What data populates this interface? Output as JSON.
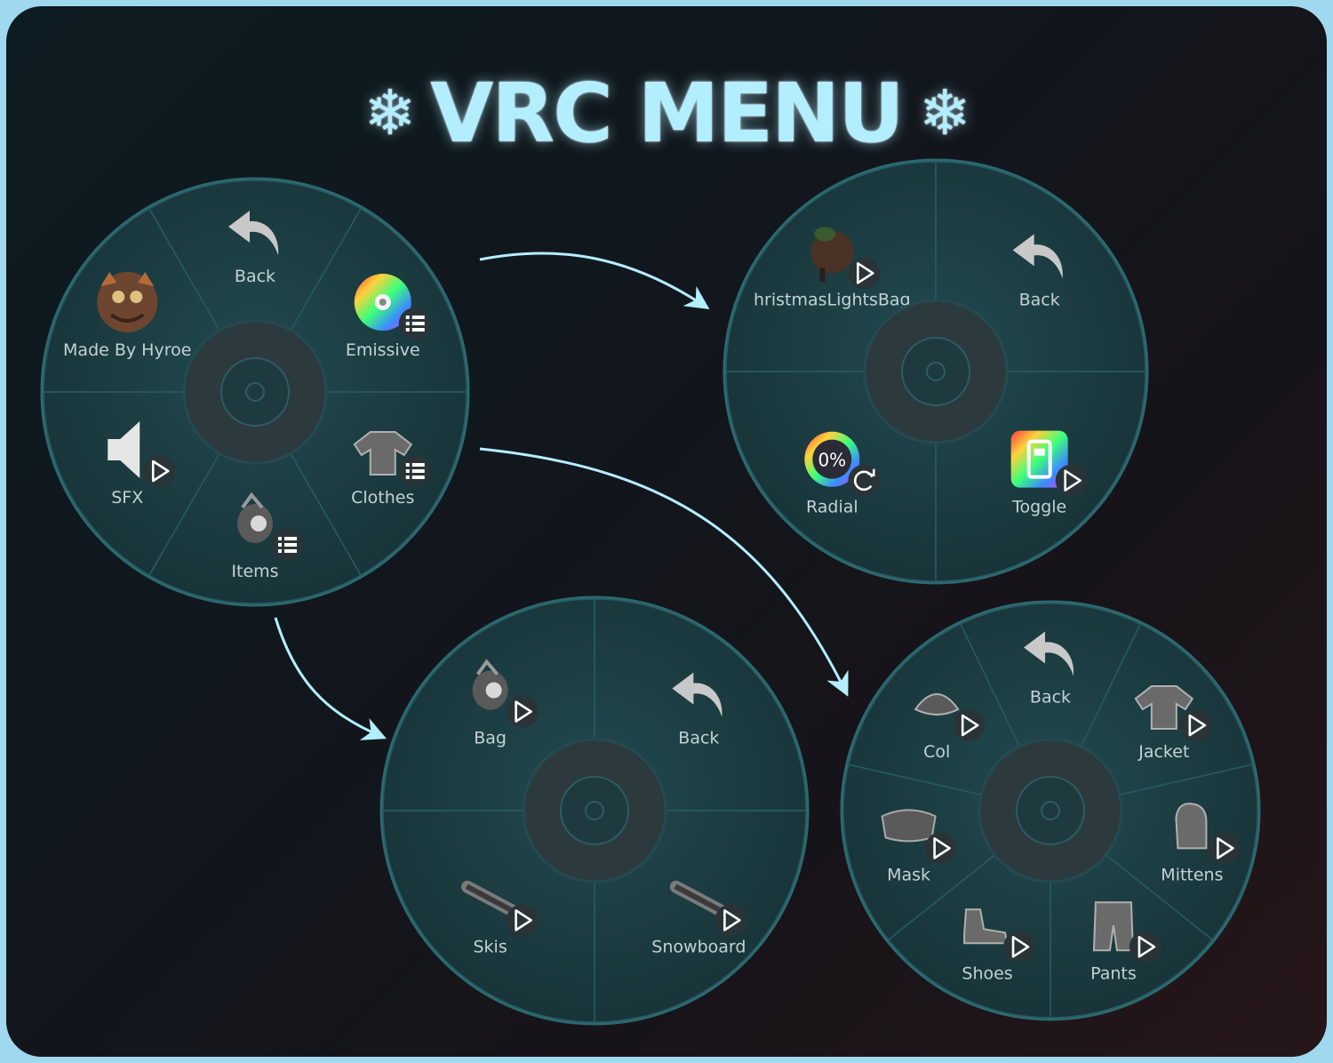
{
  "title": {
    "text": "VRC MENU",
    "flake_left": "❄",
    "flake_right": "❄"
  },
  "colors": {
    "border": "#9fd8ef",
    "title": "#b3eeff",
    "arrow": "#b3eeff",
    "wheel_fill": "#1a363b",
    "wheel_rim": "#2b6a70",
    "wheel_label": "#c4d2d4",
    "icon_grey": "#c8c8c8",
    "badge": "#2a3438"
  },
  "menus": [
    {
      "id": "main",
      "items": [
        {
          "label": "Back",
          "icon": "back-arrow-icon",
          "badge": ""
        },
        {
          "label": "Emissive",
          "icon": "color-wheel-icon",
          "badge": "submenu"
        },
        {
          "label": "Clothes",
          "icon": "clothes-icon",
          "badge": "submenu"
        },
        {
          "label": "Items",
          "icon": "items-icon",
          "badge": "submenu"
        },
        {
          "label": "SFX",
          "icon": "speaker-icon",
          "badge": "play"
        },
        {
          "label": "Made By Hyroe",
          "icon": "avatar-icon",
          "badge": ""
        }
      ]
    },
    {
      "id": "emissive",
      "items": [
        {
          "label": "Back",
          "icon": "back-arrow-icon",
          "badge": ""
        },
        {
          "label": "Toggle",
          "icon": "toggle-icon",
          "badge": "play"
        },
        {
          "label": "Radial",
          "icon": "radial-icon",
          "badge": "radial",
          "value": "0%"
        },
        {
          "label": "hristmasLightsBag",
          "icon": "lights-bag-icon",
          "badge": "play"
        }
      ]
    },
    {
      "id": "items",
      "items": [
        {
          "label": "Back",
          "icon": "back-arrow-icon",
          "badge": ""
        },
        {
          "label": "Snowboard",
          "icon": "snowboard-icon",
          "badge": "play"
        },
        {
          "label": "Skis",
          "icon": "skis-icon",
          "badge": "play"
        },
        {
          "label": "Bag",
          "icon": "bag-icon",
          "badge": "play"
        }
      ]
    },
    {
      "id": "clothes",
      "items": [
        {
          "label": "Back",
          "icon": "back-arrow-icon",
          "badge": ""
        },
        {
          "label": "Jacket",
          "icon": "jacket-icon",
          "badge": "play"
        },
        {
          "label": "Mittens",
          "icon": "mittens-icon",
          "badge": "play"
        },
        {
          "label": "Pants",
          "icon": "pants-icon",
          "badge": "play"
        },
        {
          "label": "Shoes",
          "icon": "shoes-icon",
          "badge": "play"
        },
        {
          "label": "Mask",
          "icon": "mask-icon",
          "badge": "play"
        },
        {
          "label": "Col",
          "icon": "collar-icon",
          "badge": "play"
        }
      ]
    }
  ]
}
